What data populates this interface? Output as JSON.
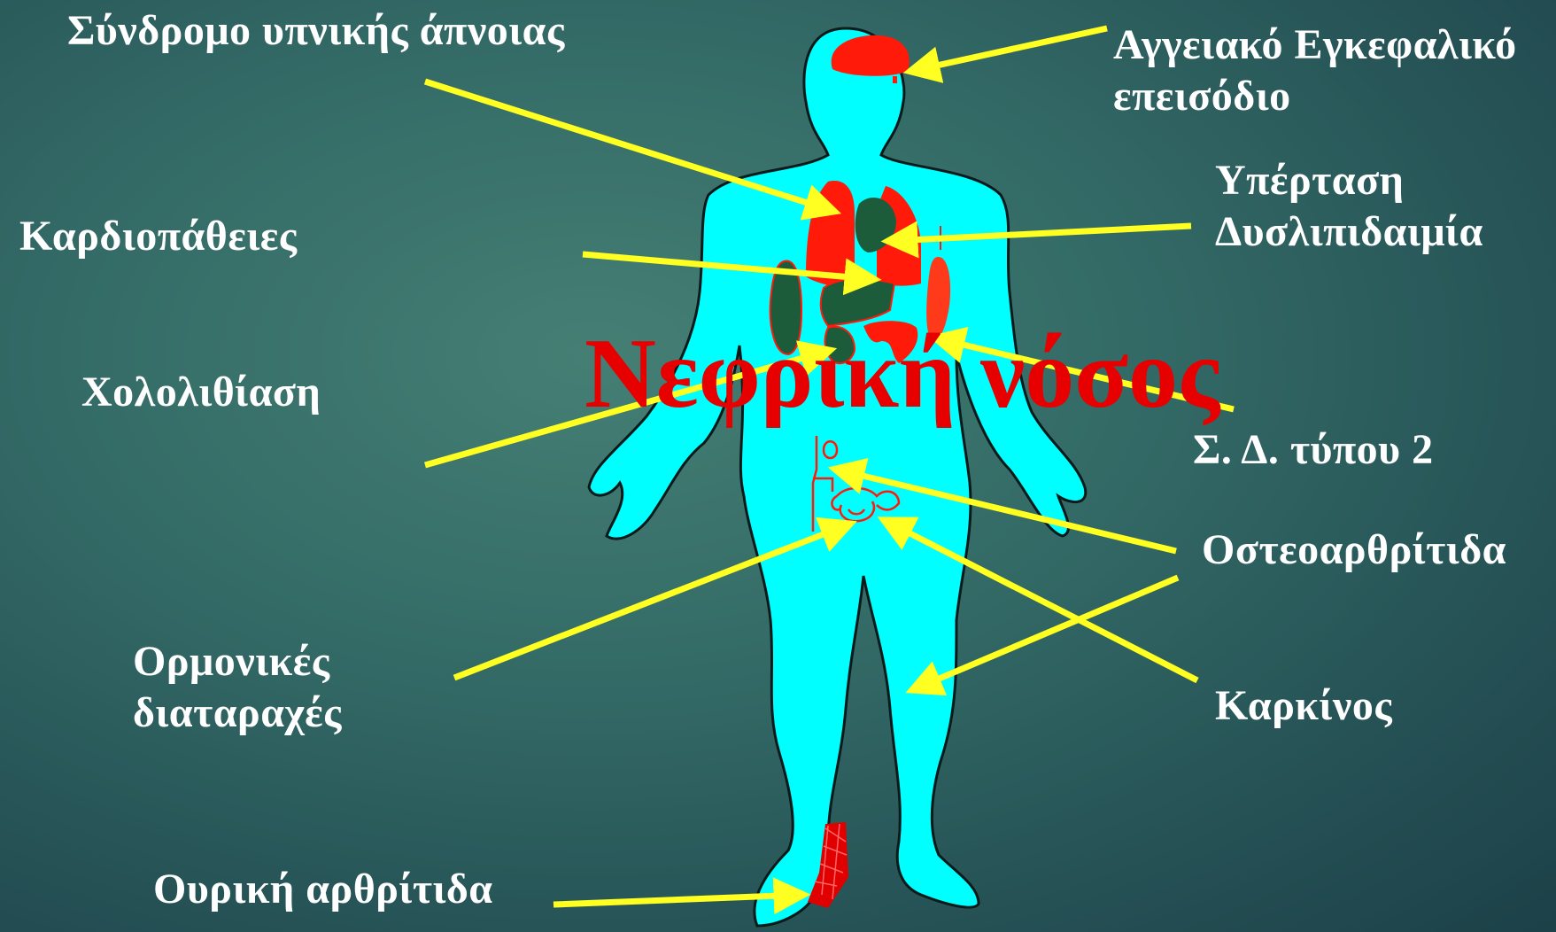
{
  "title": "Νεφρική νόσος",
  "labels": {
    "sleep_apnea": "Σύνδρομο υπνικής άπνοιας",
    "stroke_line1": "Αγγειακό Εγκεφαλικό",
    "stroke_line2": "επεισόδιο",
    "hypertension": "Υπέρταση",
    "dyslipidemia": "Δυσλιπιδαιμία",
    "cardiopathies": "Καρδιοπάθειες",
    "cholelithiasis": "Χολολιθίαση",
    "diabetes": "Σ. Δ. τύπου 2",
    "osteoarthritis": "Οστεοαρθρίτιδα",
    "hormonal_line1": "Ορμονικές",
    "hormonal_line2": "διαταραχές",
    "cancer": "Καρκίνος",
    "gout": "Ουρική αρθρίτιδα"
  },
  "colors": {
    "body_fill": "#00ffff",
    "organ_red": "#ff1a0a",
    "organ_green": "#1d5c3a",
    "arrow": "#ffff22",
    "title": "#e60000",
    "text": "#ffffff"
  }
}
